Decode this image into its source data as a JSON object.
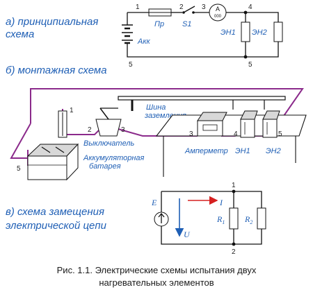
{
  "headings": {
    "a": "а) принципиальная схема",
    "a_line1": "а) принципиальная",
    "a_line2": "схема",
    "b": "б) монтажная схема",
    "v_line1": "в) схема замещения",
    "v_line2": "электрической цепи"
  },
  "caption": {
    "line1": "Рис. 1.1. Электрические схемы испытания двух",
    "line2": "нагревательных элементов"
  },
  "schematic_a": {
    "fuse": "Пр",
    "switch": "S1",
    "ammeter_letter": "A",
    "ammeter_digits": "000",
    "battery": "Акк",
    "heater1": "ЭН1",
    "heater2": "ЭН2",
    "nodes": [
      "1",
      "2",
      "3",
      "4",
      "5",
      "5"
    ]
  },
  "schematic_b": {
    "bus": "Шина заземления",
    "bus_line1": "Шина",
    "bus_line2": "заземления",
    "switch": "Выключатель",
    "battery_line1": "Аккумуляторная",
    "battery_line2": "батарея",
    "ammeter": "Амперметр",
    "heater1": "ЭН1",
    "heater2": "ЭН2",
    "nodes": [
      "1",
      "2",
      "3",
      "3",
      "4",
      "5",
      "5"
    ]
  },
  "schematic_v": {
    "emf": "E",
    "current": "I",
    "voltage": "U",
    "r1": "R",
    "r1_sub": "1",
    "r2": "R",
    "r2_sub": "2",
    "nodes": [
      "1",
      "2"
    ],
    "colors": {
      "voltage_arrow": "#1f5fb5",
      "current_arrow": "#d62020"
    }
  }
}
